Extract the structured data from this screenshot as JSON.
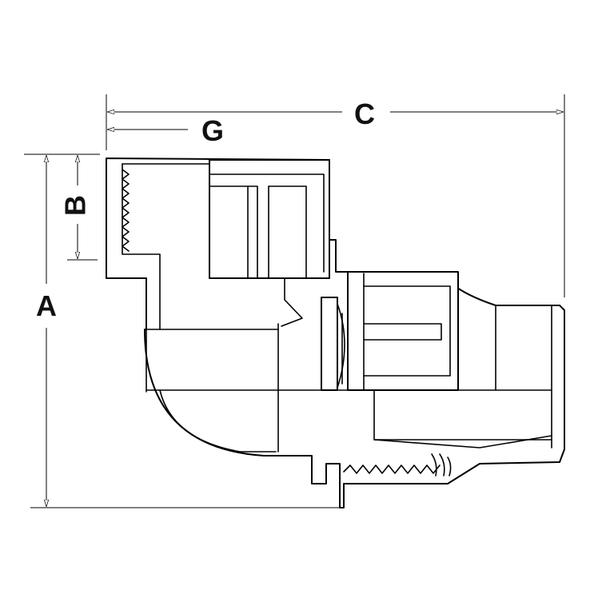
{
  "labels": {
    "A": "A",
    "B": "B",
    "C": "C",
    "G": "G"
  },
  "colors": {
    "line": "#000000",
    "background": "#ffffff"
  }
}
